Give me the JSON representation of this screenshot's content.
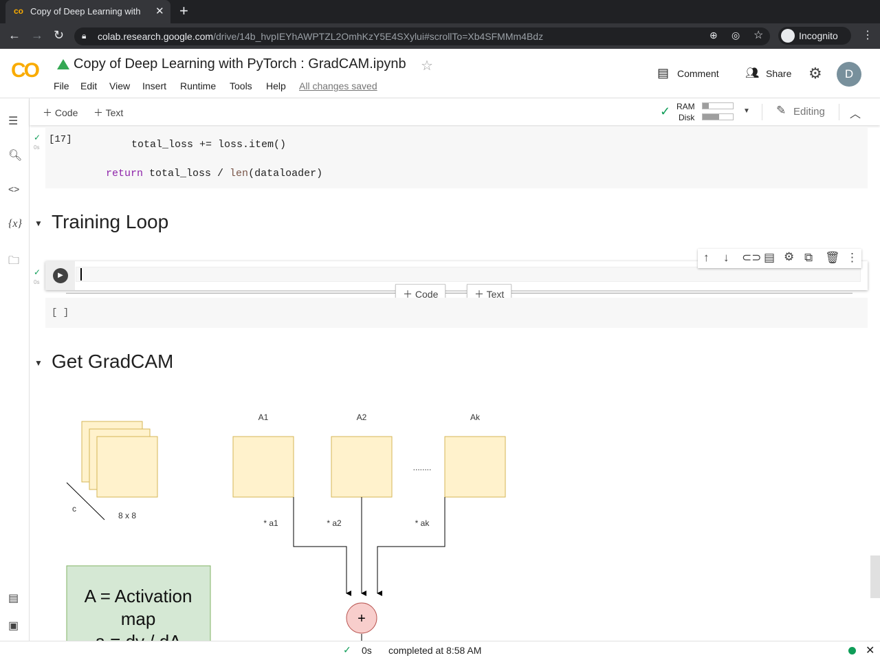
{
  "browser": {
    "tab_title": "Copy of Deep Learning with",
    "url_host": "colab.research.google.com",
    "url_path": "/drive/14b_hvpIEYhAWPTZL2OmhKzY5E4SXylui#scrollTo=Xb4SFMMm4Bdz",
    "incognito_label": "Incognito"
  },
  "header": {
    "logo": "CO",
    "title": "Copy of Deep Learning with PyTorch  : GradCAM.ipynb",
    "menu": [
      "File",
      "Edit",
      "View",
      "Insert",
      "Runtime",
      "Tools",
      "Help"
    ],
    "saved": "All changes saved",
    "comment": "Comment",
    "share": "Share",
    "avatar": "D"
  },
  "toolbar": {
    "add_code": "Code",
    "add_text": "Text",
    "ram": "RAM",
    "disk": "Disk",
    "ram_usage": 0.2,
    "disk_usage": 0.55,
    "editing": "Editing"
  },
  "cells": {
    "c17": {
      "exec": "[17]",
      "time": "0s",
      "line1": "total_loss += loss.item()",
      "ret_kw": "return",
      "ret_a": " total_loss / ",
      "ret_fn": "len",
      "ret_b": "(dataloader)"
    },
    "training_heading": "Training Loop",
    "active": {
      "time": "0s",
      "add_code": "Code",
      "add_text": "Text"
    },
    "empty_exec": "[ ]",
    "gradcam_heading": "Get GradCAM"
  },
  "diagram": {
    "A1": "A1",
    "A2": "A2",
    "Ak": "Ak",
    "dots": "........",
    "c": "c",
    "size": "8 x 8",
    "a1": "* a1",
    "a2": "* a2",
    "ak": "* ak",
    "plus": "+",
    "legend1": "A = Activation",
    "legend2": "map",
    "legend3": "a = dy / dA"
  },
  "status": {
    "time": "0s",
    "text": "completed at 8:58 AM"
  }
}
